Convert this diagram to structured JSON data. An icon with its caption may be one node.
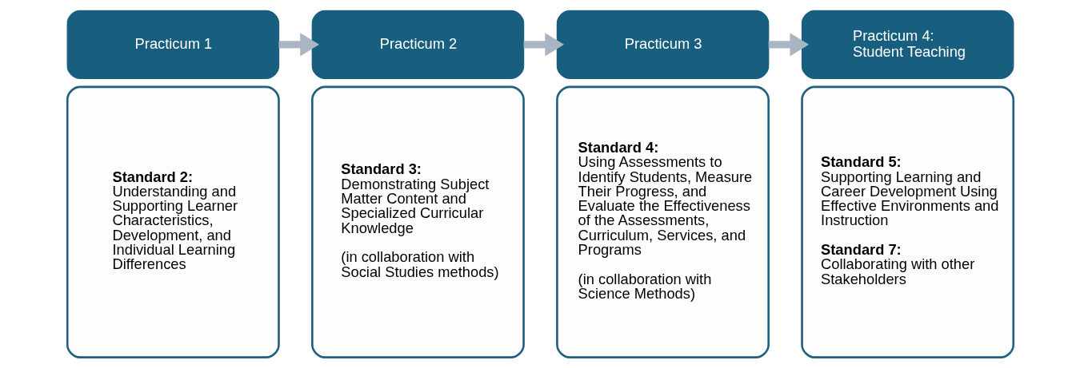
{
  "diagram": {
    "nodes": [
      {
        "text": [
          "Practicum 1"
        ]
      },
      {
        "text": [
          "**Standard 2:** Understanding and Supporting Learner Characteristics, Development, and Individual Learning Differences"
        ]
      },
      {
        "text": [
          "Practicum 2"
        ]
      },
      {
        "text": [
          "**Standard 3:** Demonstrating Subject Matter Content and Specialized Curricular Knowledge",
          "(in collaboration with Social Studies methods)"
        ]
      },
      {
        "text": [
          "Practicum 3"
        ]
      },
      {
        "text": [
          "**Standard 4:** Using Assessments to Identify Students, Measure Their Progress, and Evaluate the Effectiveness of the Assessments, Curriculum, Services, and Programs",
          "(in collaboration with Science Methods)"
        ]
      },
      {
        "text": [
          "Practicum 4: Student Teaching"
        ]
      },
      {
        "text": [
          "**Standard 5:** Supporting Learning and Career Development Using Effective Environments and Instruction",
          "**Standard 7:** Collaborating with other Stakeholders"
        ]
      }
    ],
    "edges": [
      {
        "from": 0,
        "to": 2,
        "arrow": "to"
      },
      {
        "from": 2,
        "to": 4,
        "arrow": "to"
      },
      {
        "from": 4,
        "to": 6,
        "arrow": "to"
      }
    ]
  }
}
